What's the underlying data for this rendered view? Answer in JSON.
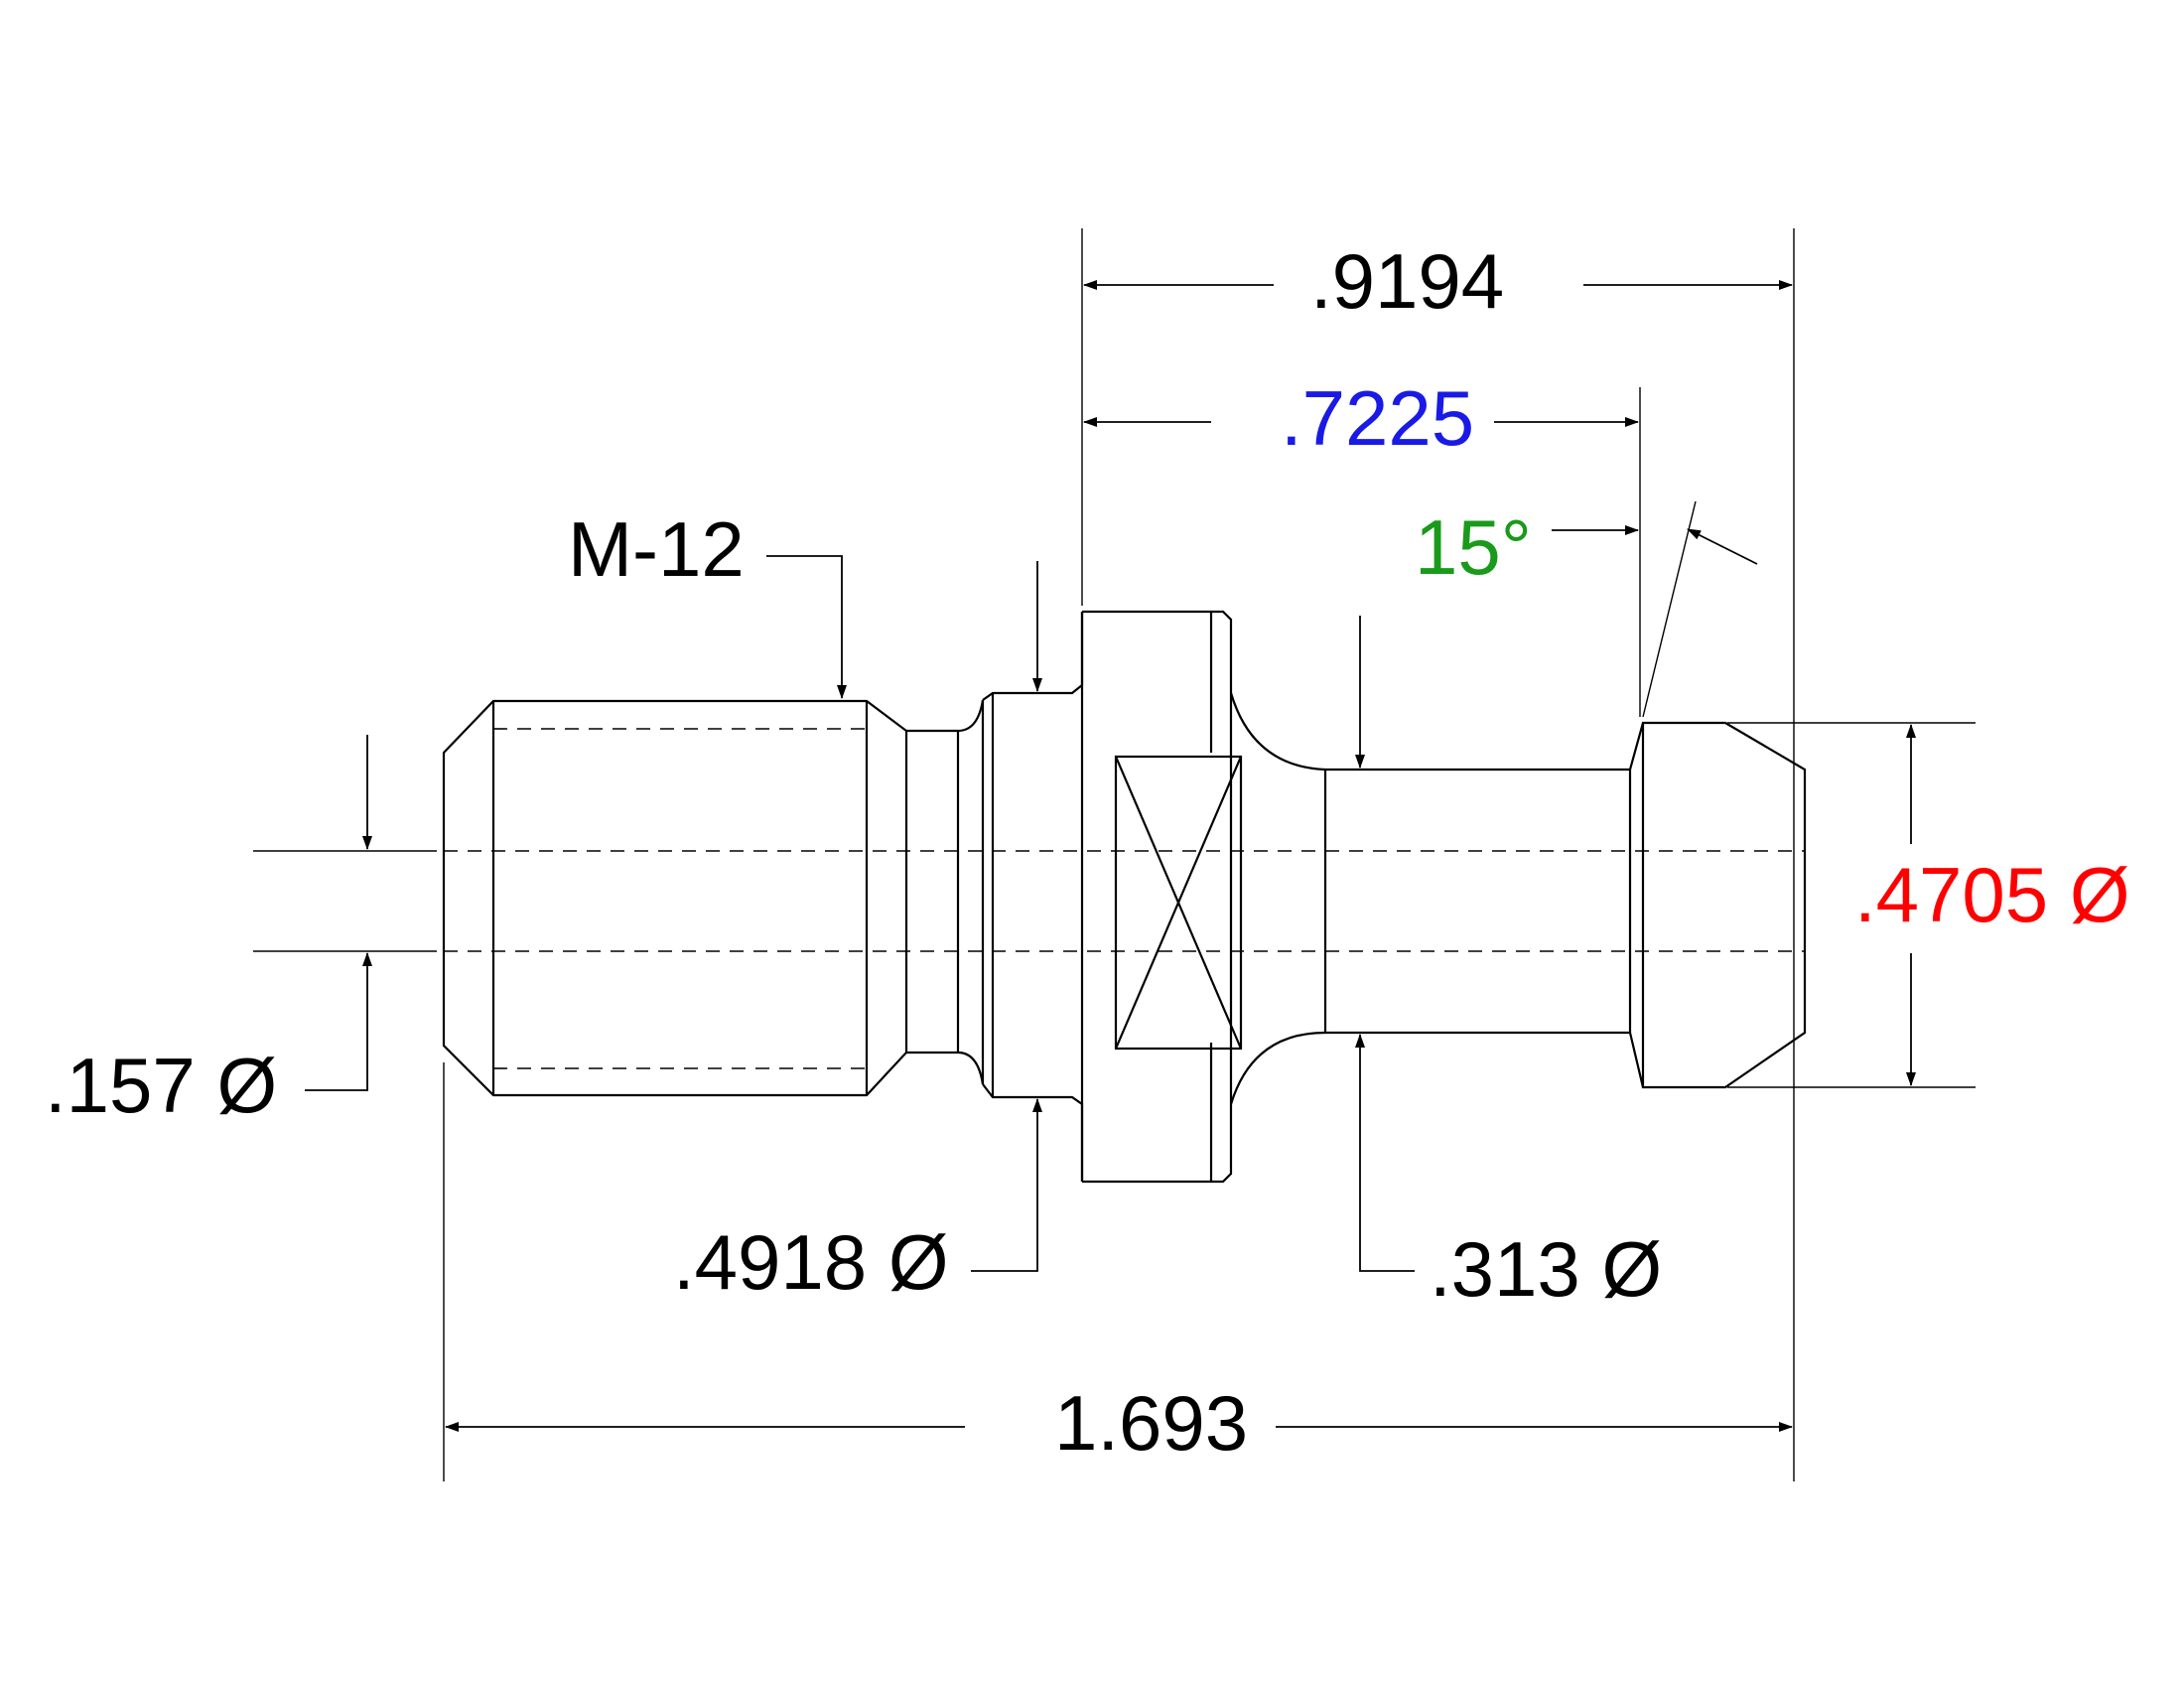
{
  "labels": {
    "overall_length": ".9194",
    "shank_length": ".7225",
    "angle": "15°",
    "thread": "M-12",
    "bore_dia": ".157 Ø",
    "thread_relief_dia": ".4918 Ø",
    "neck_dia": ".313 Ø",
    "head_dia": ".4705 Ø",
    "total_length": "1.693"
  },
  "colors": {
    "default": "#000000",
    "shank_length": "#1a1ae6",
    "angle": "#1a9a1a",
    "head_dia": "#ff0000"
  }
}
